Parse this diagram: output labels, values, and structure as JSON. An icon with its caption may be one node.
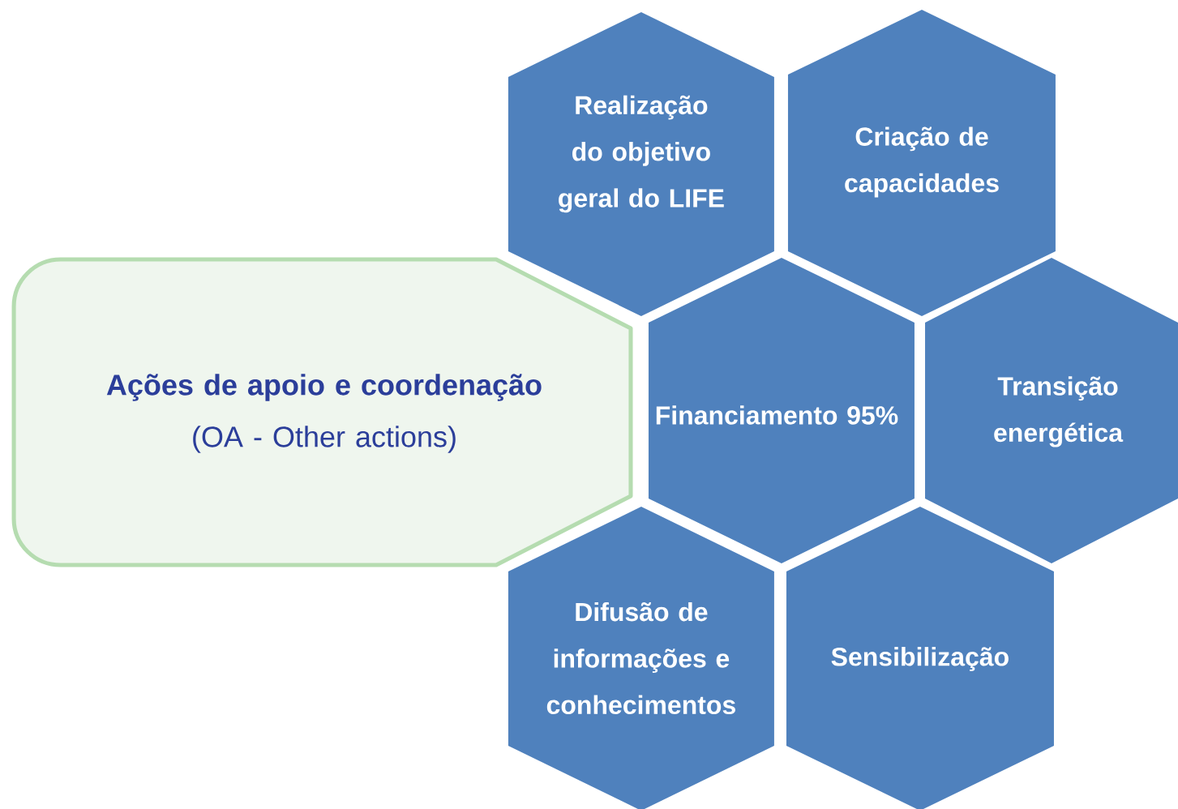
{
  "diagram": {
    "nodes": [
      {
        "text": [
          "Ações de apoio e coordenação",
          "(OA - Other actions)"
        ]
      },
      {
        "text": [
          "Realização do objetivo geral do LIFE"
        ]
      },
      {
        "text": [
          "Criação de capacidades"
        ]
      },
      {
        "text": [
          "Financiamento 95%"
        ]
      },
      {
        "text": [
          "Transição energética"
        ]
      },
      {
        "text": [
          "Difusão de informações e conhecimentos"
        ]
      },
      {
        "text": [
          "Sensibilização"
        ]
      }
    ]
  }
}
